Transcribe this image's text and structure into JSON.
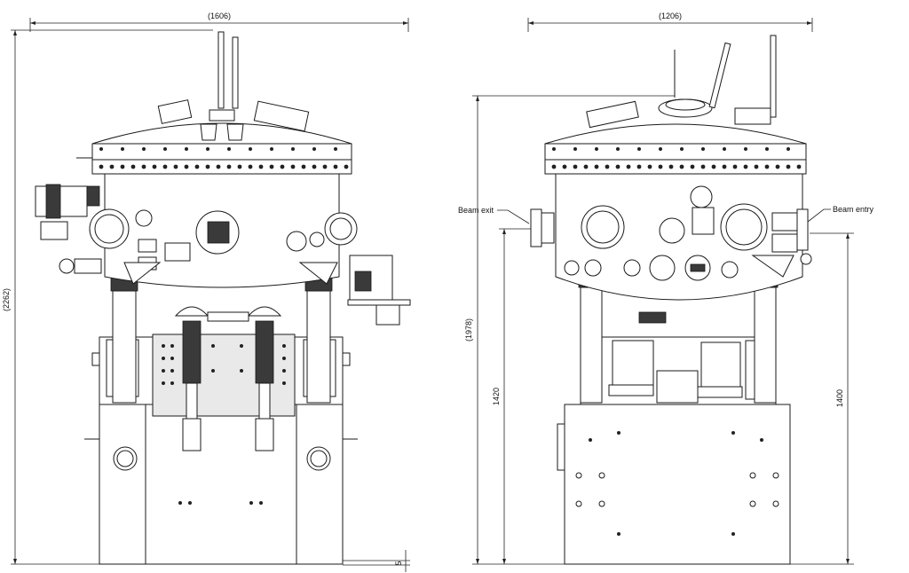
{
  "dimensions": {
    "left_width": "(1606)",
    "left_height": "(2262)",
    "left_gap": "5",
    "right_width": "(1206)",
    "right_height": "(1978)",
    "right_beam_exit_height": "1420",
    "right_beam_entry_height": "1400"
  },
  "labels": {
    "beam_exit": "Beam exit",
    "beam_entry": "Beam entry"
  }
}
